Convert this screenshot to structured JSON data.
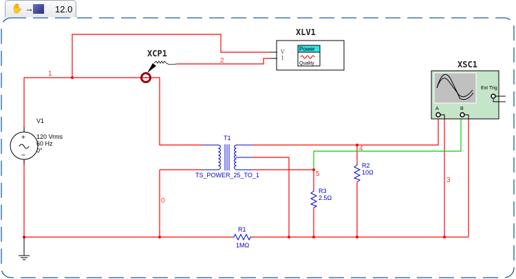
{
  "tab": {
    "hand_icon": "hand-icon",
    "arrow": "→",
    "chip_icon": "instrument-icon",
    "zoom": "12.0"
  },
  "colors": {
    "wire": "#ff0000",
    "wire_b": "#00cc00",
    "component": "#0000cc",
    "label": "#0000cc",
    "net": "#ff3333",
    "border": "#1a5aa0"
  },
  "components": {
    "v1": {
      "ref": "V1",
      "value": "120 Vrms",
      "freq": "60 Hz",
      "phase": "0°"
    },
    "t1": {
      "ref": "T1",
      "model": "TS_POWER_25_TO_1"
    },
    "r1": {
      "ref": "R1",
      "value": "1MΩ"
    },
    "r2": {
      "ref": "R2",
      "value": "10Ω"
    },
    "r3": {
      "ref": "R3",
      "value": "2.5Ω"
    },
    "xcp1": {
      "ref": "XCP1"
    },
    "xlv1": {
      "ref": "XLV1",
      "pin_v": "V",
      "pin_i": "I",
      "icon_top": "Power",
      "icon_bottom": "Quality"
    },
    "xsc1": {
      "ref": "XSC1",
      "ch_a": "A",
      "ch_b": "B",
      "ext_trig": "Ext Trig",
      "plus": "+",
      "minus": "−"
    }
  },
  "nets": [
    "0",
    "1",
    "2",
    "3",
    "4",
    "5"
  ]
}
